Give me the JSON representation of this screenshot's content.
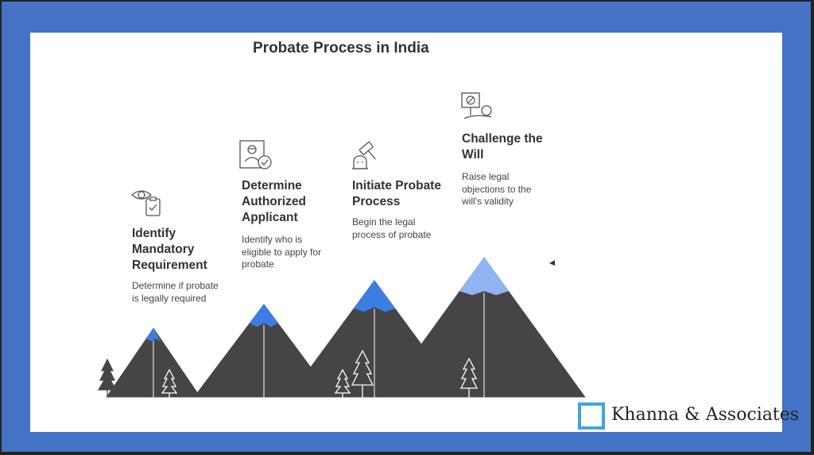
{
  "title": "Probate Process in India",
  "steps": [
    {
      "title_lines": [
        "Identify",
        "Mandatory",
        "Requirement"
      ],
      "desc_lines": [
        "Determine if probate",
        "is legally required"
      ],
      "icon": "eye-clipboard-icon",
      "peak_color": "#3b7de0"
    },
    {
      "title_lines": [
        "Determine",
        "Authorized",
        "Applicant"
      ],
      "desc_lines": [
        "Identify who is",
        "eligible to apply for",
        "probate"
      ],
      "icon": "person-verify-icon",
      "peak_color": "#3b7de0"
    },
    {
      "title_lines": [
        "Initiate Probate",
        "Process"
      ],
      "desc_lines": [
        "Begin the legal",
        "process of probate"
      ],
      "icon": "gavel-icon",
      "peak_color": "#3b7de0"
    },
    {
      "title_lines": [
        "Challenge the",
        "Will"
      ],
      "desc_lines": [
        "Raise legal",
        "objections to the",
        "will's validity"
      ],
      "icon": "objection-sign-icon",
      "peak_color": "#90b4f0"
    }
  ],
  "logo": {
    "text": "Khanna & Associates",
    "box_color": "#3fa6d9"
  },
  "colors": {
    "frame": "#4472c4",
    "mountain": "#454545",
    "panel": "#ffffff"
  }
}
